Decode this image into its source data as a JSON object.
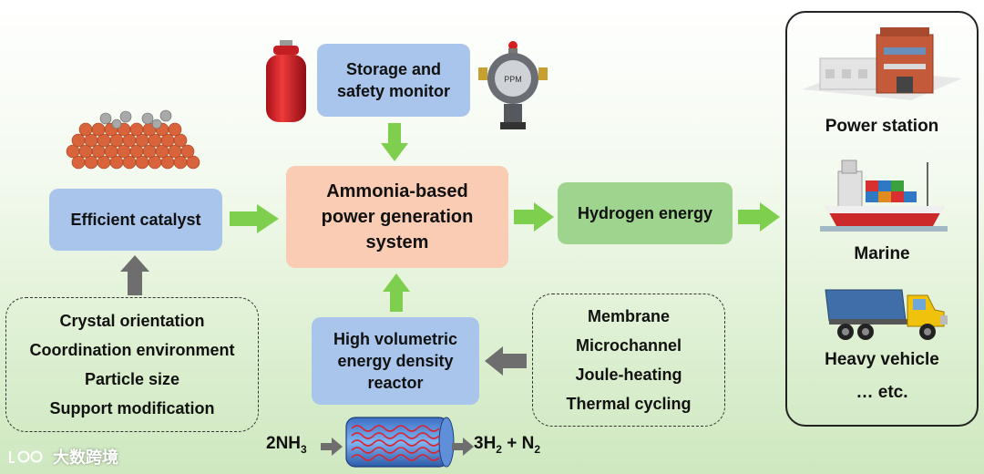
{
  "boxes": {
    "storage": "Storage and\nsafety monitor",
    "center": "Ammonia-based\npower generation\nsystem",
    "catalyst": "Efficient catalyst",
    "hydrogen": "Hydrogen energy",
    "reactor": "High volumetric\nenergy density\nreactor"
  },
  "catalyst_factors": [
    "Crystal orientation",
    "Coordination environment",
    "Particle size",
    "Support modification"
  ],
  "reactor_factors": [
    "Membrane",
    "Microchannel",
    "Joule-heating",
    "Thermal cycling"
  ],
  "applications": [
    "Power station",
    "Marine",
    "Heavy vehicle",
    "… etc."
  ],
  "reaction": {
    "left": "2NH",
    "left_sub": "3",
    "right_a": "3H",
    "right_a_sub": "2",
    "plus": " + N",
    "right_b_sub": "2"
  },
  "gauge_label": "PPM",
  "watermark": "大数跨境",
  "colors": {
    "blue_box": "#a9c5ec",
    "peach_box": "#f9ccb3",
    "green_box": "#9ed48e",
    "green_arrow": "#7fcf4e",
    "gray_arrow": "#6e6e6e"
  }
}
